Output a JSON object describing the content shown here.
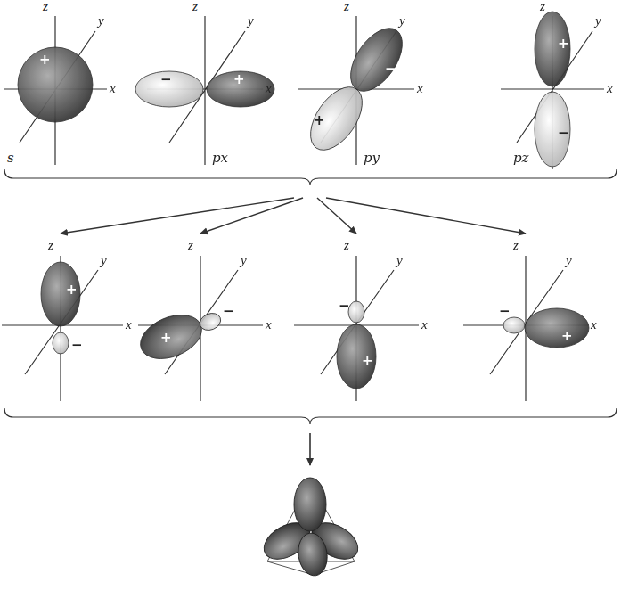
{
  "diagram": {
    "labels": [
      "z",
      "y",
      "x",
      "+",
      "s",
      "z",
      "y",
      "x",
      "−",
      "+",
      "px",
      "z",
      "y",
      "x",
      "−",
      "+",
      "py",
      "z",
      "y",
      "x",
      "+",
      "−",
      "pz",
      "z",
      "y",
      "x",
      "+",
      "−",
      "z",
      "y",
      "x",
      "+",
      "−",
      "z",
      "y",
      "x",
      "−",
      "+",
      "z",
      "y",
      "x",
      "−",
      "+"
    ]
  }
}
